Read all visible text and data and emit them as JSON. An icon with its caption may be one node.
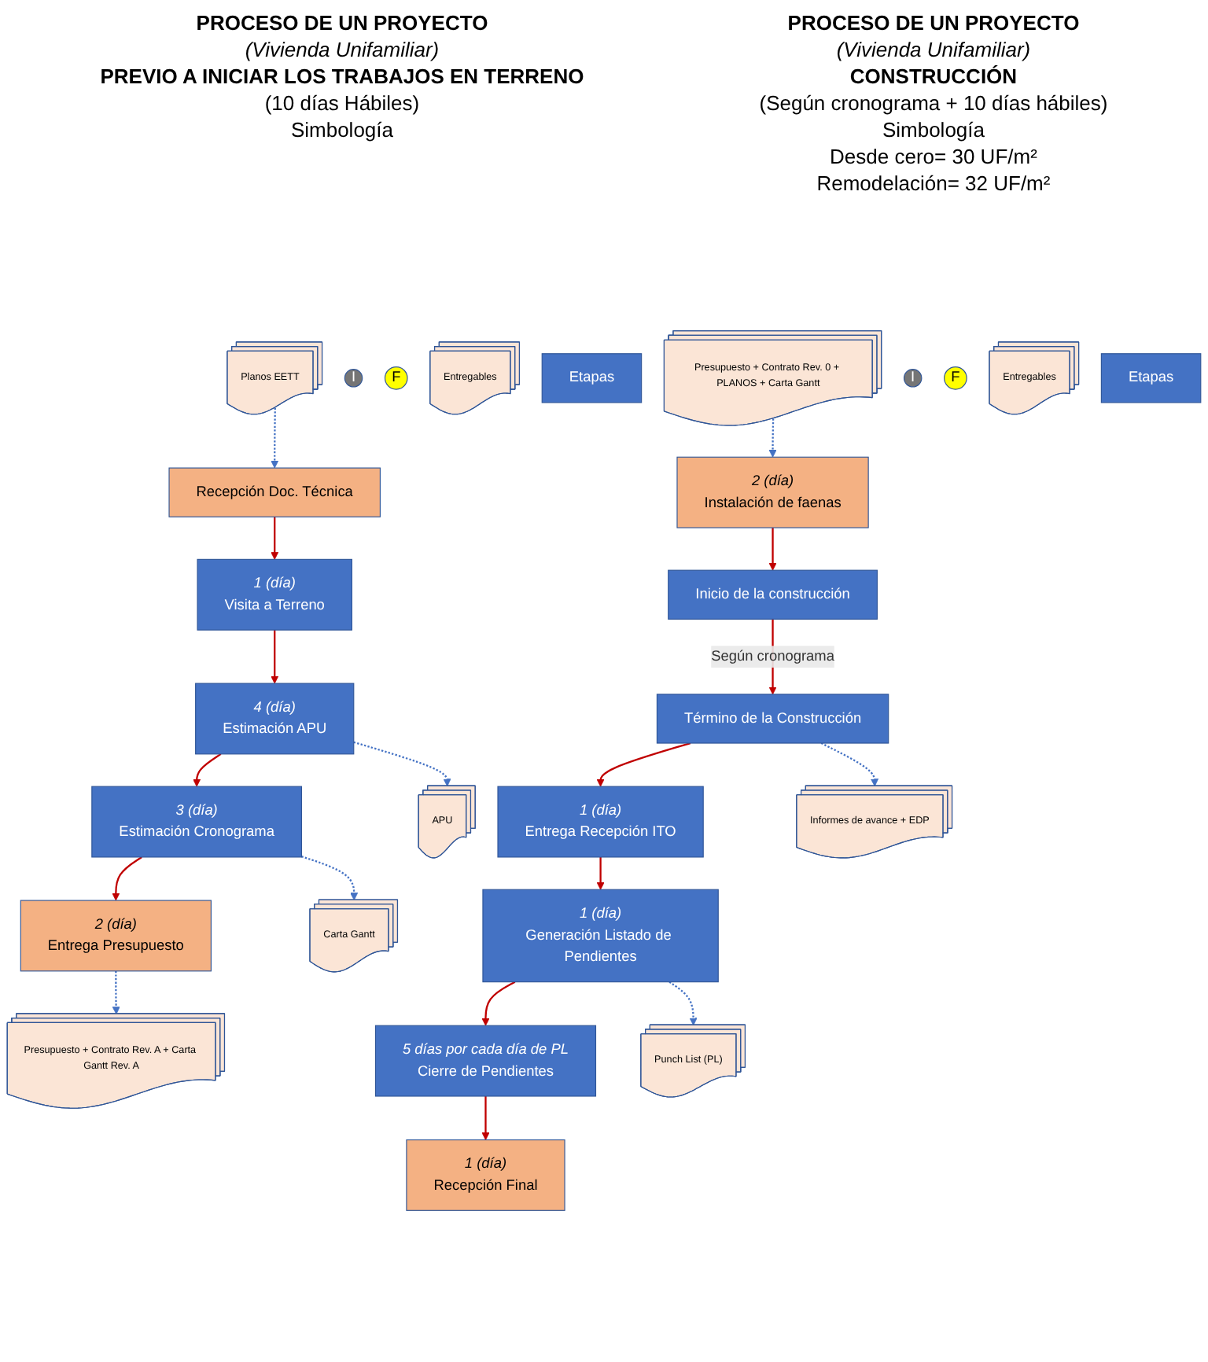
{
  "diagram": {
    "nodes": [
      {
        "text": [
          "Recepción Doc. Técnica"
        ]
      },
      {
        "text": [
          "1 (día)",
          "Visita a Terreno"
        ]
      },
      {
        "text": [
          "4 (día)",
          "Estimación APU"
        ]
      },
      {
        "text": [
          "3 (día)",
          "Estimación Cronograma"
        ]
      },
      {
        "text": [
          "2 (día)",
          "Entrega Presupuesto"
        ]
      },
      {
        "text": [
          "Planos EETT"
        ]
      },
      {
        "text": [
          "APU"
        ]
      },
      {
        "text": [
          "Carta Gantt"
        ]
      },
      {
        "text": [
          "Presupuesto + Contrato Rev. A + Carta Gantt Rev. A"
        ]
      },
      {
        "text": [
          "I"
        ]
      },
      {
        "text": [
          "F"
        ]
      },
      {
        "text": [
          "Entregables"
        ]
      },
      {
        "text": [
          "Etapas"
        ]
      },
      {
        "text": [
          "2 (día)",
          "Instalación de faenas"
        ]
      },
      {
        "text": [
          "Inicio de la construcción"
        ]
      },
      {
        "text": [
          "Término de la Construcción"
        ]
      },
      {
        "text": [
          "1 (día)",
          "Entrega Recepción ITO"
        ]
      },
      {
        "text": [
          "1 (día)",
          "Generación Listado de Pendientes"
        ]
      },
      {
        "text": [
          "5 días por cada día de PL",
          "Cierre de Pendientes"
        ]
      },
      {
        "text": [
          "1 (día)",
          "Recepción Final"
        ]
      },
      {
        "text": [
          "Presupuesto + Contrato Rev. 0 + PLANOS + Carta Gantt"
        ]
      },
      {
        "text": [
          "Informes de avance + EDP"
        ]
      },
      {
        "text": [
          "Punch List (PL)"
        ]
      },
      {
        "text": [
          "I"
        ]
      },
      {
        "text": [
          "F"
        ]
      },
      {
        "text": [
          "Entregables"
        ]
      },
      {
        "text": [
          "Etapas"
        ]
      }
    ],
    "edges": [
      {
        "from": 0,
        "to": 1,
        "arrow": "to"
      },
      {
        "from": 1,
        "to": 2,
        "arrow": "to"
      },
      {
        "from": 2,
        "to": 3,
        "arrow": "to"
      },
      {
        "from": 3,
        "to": 4,
        "arrow": "to"
      },
      {
        "from": 5,
        "to": 0,
        "arrow": "to",
        "style": "dashed",
        "color": "#4472c4"
      },
      {
        "from": 2,
        "to": 6,
        "arrow": "to",
        "style": "dashed",
        "color": "#4472c4"
      },
      {
        "from": 3,
        "to": 7,
        "arrow": "to",
        "style": "dashed",
        "color": "#4472c4"
      },
      {
        "from": 4,
        "to": 8,
        "arrow": "to",
        "style": "dashed",
        "color": "#4472c4"
      },
      {
        "from": 13,
        "to": 14,
        "arrow": "to"
      },
      {
        "from": 14,
        "to": 15,
        "arrow": "to",
        "label": "Según cronograma"
      },
      {
        "from": 15,
        "to": 16,
        "arrow": "to"
      },
      {
        "from": 16,
        "to": 17,
        "arrow": "to"
      },
      {
        "from": 17,
        "to": 18,
        "arrow": "to"
      },
      {
        "from": 18,
        "to": 19,
        "arrow": "to"
      },
      {
        "from": 20,
        "to": 13,
        "arrow": "to",
        "style": "dashed",
        "color": "#4472c4"
      },
      {
        "from": 15,
        "to": 21,
        "arrow": "to",
        "style": "dashed",
        "color": "#4472c4"
      },
      {
        "from": 17,
        "to": 22,
        "arrow": "to",
        "style": "dashed",
        "color": "#4472c4"
      }
    ],
    "labels": [
      "PROCESO DE UN PROYECTO",
      "(Vivienda Unifamiliar)",
      "PREVIO A INICIAR LOS TRABAJOS EN TERRENO",
      "(10 días Hábiles)",
      "Simbología",
      "PROCESO DE UN PROYECTO",
      "(Vivienda Unifamiliar)",
      "CONSTRUCCIÓN",
      "(Según cronograma + 10 días hábiles)",
      "Simbología",
      "Desde cero= 30 UF/m²",
      "Remodelación= 32 UF/m²"
    ]
  }
}
